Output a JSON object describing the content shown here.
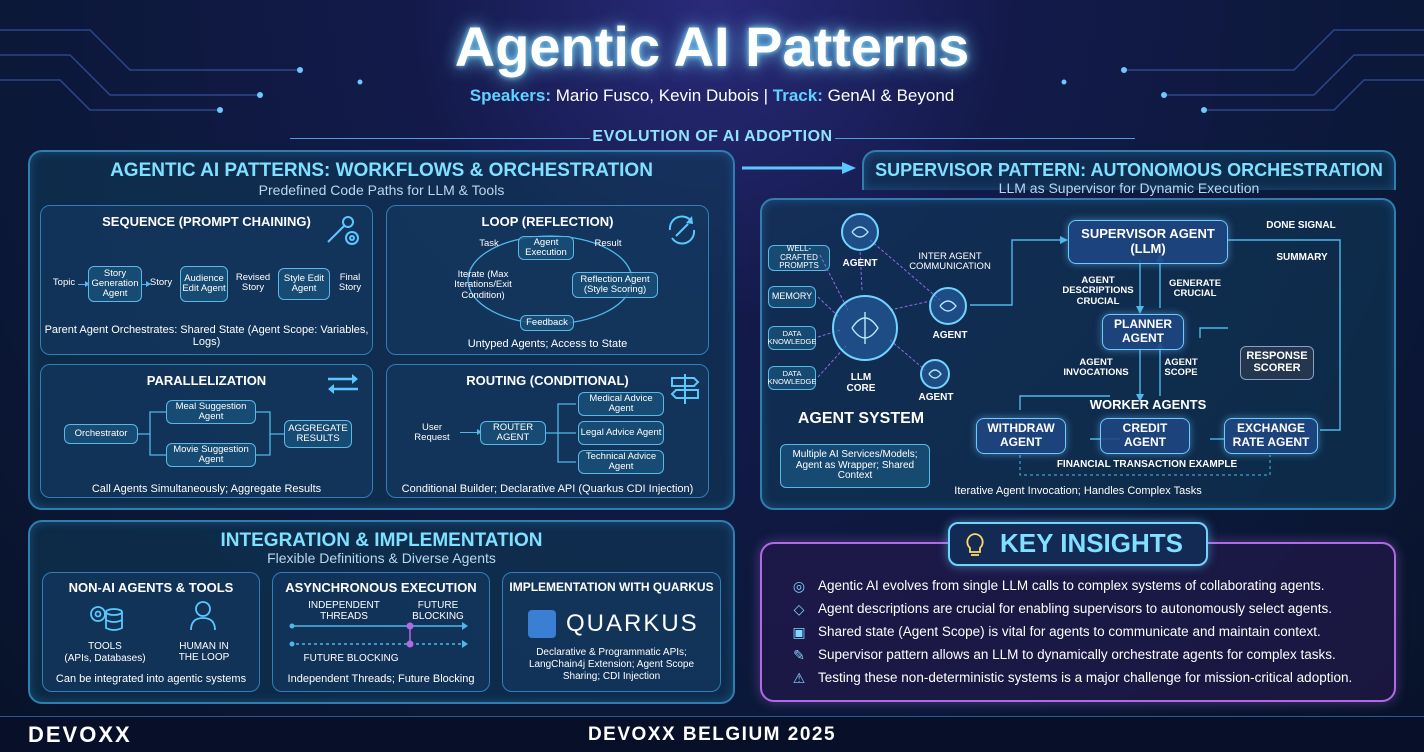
{
  "header": {
    "title": "Agentic AI Patterns",
    "speakers_label": "Speakers:",
    "speakers": "Mario Fusco, Kevin Dubois |",
    "track_label": "Track:",
    "track": "GenAI & Beyond"
  },
  "evolution_label": "EVOLUTION OF AI ADOPTION",
  "workflows": {
    "title": "AGENTIC AI PATTERNS: WORKFLOWS & ORCHESTRATION",
    "subtitle": "Predefined Code Paths for LLM & Tools",
    "sequence": {
      "title": "SEQUENCE (PROMPT CHAINING)",
      "topic": "Topic",
      "story_gen": "Story Generation Agent",
      "story": "Story",
      "audience": "Audience Edit Agent",
      "revised": "Revised Story",
      "style_edit": "Style Edit Agent",
      "final": "Final Story",
      "footer": "Parent Agent Orchestrates: Shared State (Agent Scope: Variables, Logs)"
    },
    "loop": {
      "title": "LOOP (REFLECTION)",
      "task": "Task",
      "agent_exec": "Agent Execution",
      "result": "Result",
      "reflection": "Reflection Agent (Style Scoring)",
      "feedback": "Feedback",
      "iterate": "Iterate (Max Iterations/Exit Condition)",
      "footer": "Untyped Agents; Access to State"
    },
    "parallel": {
      "title": "PARALLELIZATION",
      "orchestrator": "Orchestrator",
      "meal": "Meal Suggestion Agent",
      "movie": "Movie Suggestion Agent",
      "aggregate": "AGGREGATE RESULTS",
      "footer": "Call Agents Simultaneously; Aggregate Results"
    },
    "routing": {
      "title": "ROUTING (CONDITIONAL)",
      "user_request": "User Request",
      "router": "ROUTER AGENT",
      "medical": "Medical Advice Agent",
      "legal": "Legal Advice Agent",
      "technical": "Technical Advice Agent",
      "footer": "Conditional Builder; Declarative API (Quarkus CDI Injection)"
    }
  },
  "supervisor": {
    "title": "SUPERVISOR PATTERN: AUTONOMOUS ORCHESTRATION",
    "subtitle": "LLM as Supervisor for Dynamic Execution",
    "left_items": [
      "WELL-CRAFTED PROMPTS",
      "MEMORY",
      "DATA KNOWLEDGE",
      "DATA KNOWLEDGE"
    ],
    "llm_core": "LLM CORE",
    "agent": "AGENT",
    "inter_agent": "INTER AGENT COMMUNICATION",
    "agent_system_title": "AGENT SYSTEM",
    "agent_system_desc": "Multiple AI Services/Models; Agent as Wrapper; Shared Context",
    "supervisor_agent": "SUPERVISOR AGENT (LLM)",
    "done_signal": "DONE SIGNAL",
    "summary": "SUMMARY",
    "agent_desc": "AGENT DESCRIPTIONS CRUCIAL",
    "generate": "GENERATE CRUCIAL",
    "planner": "PLANNER AGENT",
    "response_scorer": "RESPONSE SCORER",
    "agent_invocations": "AGENT INVOCATIONS",
    "agent_scope": "AGENT SCOPE",
    "worker_agents": "WORKER AGENTS",
    "withdraw": "WITHDRAW AGENT",
    "credit": "CREDIT AGENT",
    "exchange": "EXCHANGE RATE AGENT",
    "fin_example": "FINANCIAL TRANSACTION EXAMPLE",
    "footer": "Iterative Agent Invocation; Handles Complex Tasks"
  },
  "integration": {
    "title": "INTEGRATION & IMPLEMENTATION",
    "subtitle": "Flexible Definitions & Diverse Agents",
    "nonai": {
      "title": "NON-AI AGENTS & TOOLS",
      "tools": "TOOLS",
      "tools_sub": "(APIs, Databases)",
      "human": "HUMAN IN THE LOOP",
      "footer": "Can be integrated into agentic systems"
    },
    "async": {
      "title": "ASYNCHRONOUS EXECUTION",
      "independent": "INDEPENDENT THREADS",
      "future_blocking_top": "FUTURE BLOCKING",
      "future_blocking": "FUTURE BLOCKING",
      "footer": "Independent Threads; Future Blocking"
    },
    "quarkus": {
      "title": "IMPLEMENTATION WITH QUARKUS",
      "logo": "QUARKUS",
      "footer": "Declarative & Programmatic APIs; LangChain4j Extension; Agent Scope Sharing; CDI Injection"
    }
  },
  "insights": {
    "title": "KEY INSIGHTS",
    "items": [
      "Agentic AI evolves from single LLM calls to complex systems of collaborating agents.",
      "Agent descriptions are crucial for enabling supervisors to autonomously select agents.",
      "Shared state (Agent Scope) is vital for agents to communicate and maintain context.",
      "Supervisor pattern allows an LLM to dynamically orchestrate agents for complex tasks.",
      "Testing these non-deterministic systems is a major challenge for mission-critical adoption."
    ]
  },
  "footer": {
    "logo": "DEVOXX",
    "event": "DEVOXX BELGIUM 2025"
  },
  "colors": {
    "accent": "#7fe0ff",
    "panel_border": "#2e7fb0",
    "insight_border": "#b06ae6"
  }
}
